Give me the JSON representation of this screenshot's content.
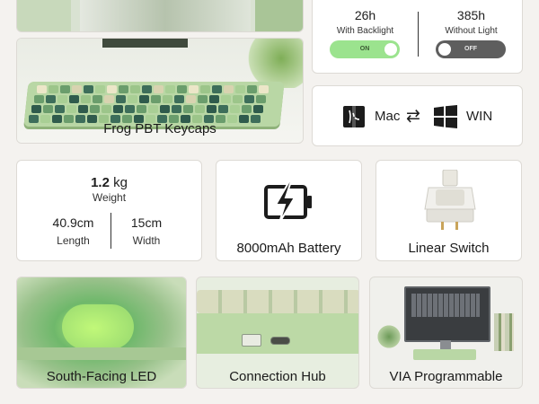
{
  "backlight": {
    "with_hours": "26h",
    "with_label": "With Backlight",
    "with_toggle": "ON",
    "without_hours": "385h",
    "without_label": "Without Light",
    "without_toggle": "OFF"
  },
  "keycaps_caption": "Frog PBT Keycaps",
  "os": {
    "mac": "Mac",
    "win": "WIN",
    "switch_symbol": "⇄"
  },
  "specs": {
    "weight_value": "1.2",
    "weight_unit": "kg",
    "weight_label": "Weight",
    "length_value": "40.9cm",
    "length_label": "Length",
    "width_value": "15cm",
    "width_label": "Width"
  },
  "battery_caption": "8000mAh Battery",
  "switch_caption": "Linear Switch",
  "led_caption": "South-Facing LED",
  "hub_caption": "Connection Hub",
  "via_caption": "VIA Programmable",
  "colors": {
    "green_on": "#9be38e",
    "grey_off": "#5e5e5e",
    "case_green": "#b9d7a5",
    "accent_dark": "#1c1c1c"
  },
  "icons": [
    "apple-logo-icon",
    "switch-arrows-icon",
    "windows-logo-icon",
    "battery-bolt-icon"
  ]
}
